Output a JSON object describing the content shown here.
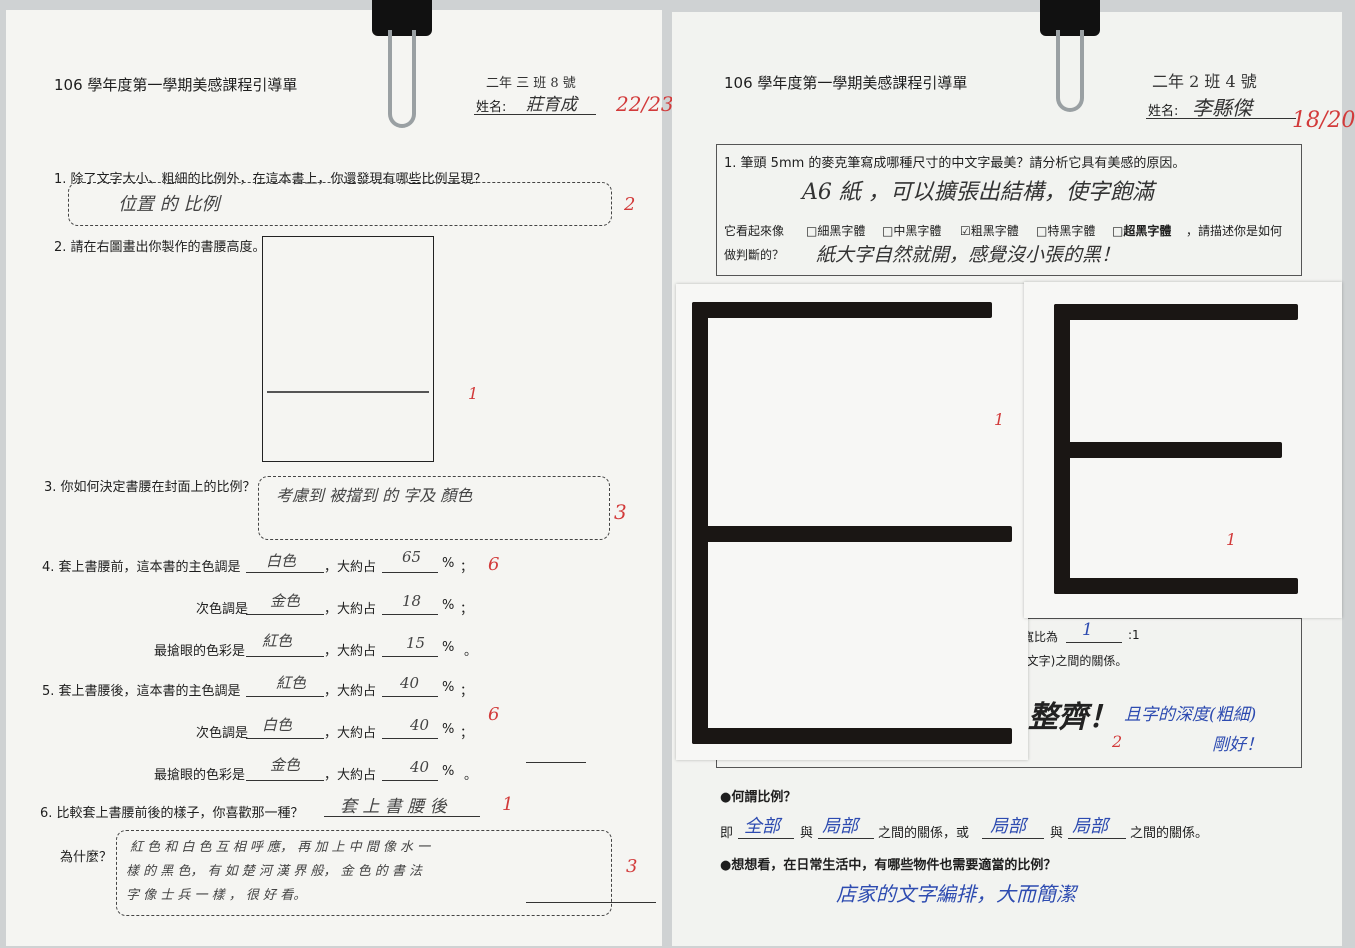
{
  "left": {
    "title": "106 學年度第一學期美感課程引導單",
    "class_line": "二年 三 班 8 號",
    "name_label": "姓名:",
    "name_value": "莊育成",
    "score": "22/23",
    "q1": "1. 除了文字大小、粗細的比例外，在這本書上，你還發現有哪些比例呈現？",
    "q1_answer": "位置 的 比例",
    "q1_grade": "2",
    "q2": "2. 請在右圖畫出你製作的書腰高度。",
    "q2_grade": "1",
    "q3": "3. 你如何決定書腰在封面上的比例？",
    "q3_answer": "考慮到 被擋到 的 字及 顏色",
    "q3_grade": "3",
    "q4": "4. 套上書腰前，這本書的主色調是",
    "q4_main_color": "白色",
    "q4_main_pct": "65",
    "q4_grade": "6",
    "q4_sub_label": "次色調是",
    "q4_sub_color": "金色",
    "q4_sub_pct": "18",
    "q4_accent_label": "最搶眼的色彩是",
    "q4_accent_color": "紅色",
    "q4_accent_pct": "15",
    "q5": "5. 套上書腰後，這本書的主色調是",
    "q5_main_color": "紅色",
    "q5_main_pct": "40",
    "q5_grade": "6",
    "q5_sub_label": "次色調是",
    "q5_sub_color": "白色",
    "q5_sub_pct": "40",
    "q5_accent_label": "最搶眼的色彩是",
    "q5_accent_color": "金色",
    "q5_accent_pct": "40",
    "approx_label": "，大約占",
    "pct_sign": "%",
    "semicolon": "；",
    "period": "。",
    "q6": "6. 比較套上書腰前後的樣子，你喜歡那一種？",
    "q6_answer": "套 上 書 腰 後",
    "q6_grade": "1",
    "why_label": "為什麼？",
    "why_answer_1": "紅 色  和  白 色 互 相 呼 應， 再 加 上 中 間 像 水 一",
    "why_answer_2": "樣 的 黑 色， 有 如 楚 河 漢 界 般， 金 色 的 書 法",
    "why_answer_3": "字 像 士 兵 一 樣 ，  很 好 看。",
    "why_grade": "3"
  },
  "right": {
    "title": "106 學年度第一學期美感課程引導單",
    "class_line": "二年 2 班 4 號",
    "name_label": "姓名:",
    "name_value": "李縣傑",
    "score": "18/20",
    "q1": "1. 筆頭 5mm 的麥克筆寫成哪種尺寸的中文字最美？請分析它具有美感的原因。",
    "q1_answer": "A6 紙 ，可以擴張出結構，使字飽滿",
    "look_label": "它看起來像",
    "opt1": "□細黑字體",
    "opt2": "□中黑字體",
    "opt3": "☑粗黑字體",
    "opt4": "□特黑字體",
    "opt5": "□超黑字體",
    "describe_label": "，請描述你是如何",
    "judge_label": "做判斷的？",
    "judge_answer": "紙大字自然就開，感覺沒小張的黑！",
    "card1_grade": "1",
    "card2_grade": "1",
    "ratio_label": "寬比為",
    "ratio_value": "1",
    "ratio_suffix": ":1",
    "relation_label": "(文字)之間的關係。",
    "neat": "整齊！",
    "neat_note_1": "且字的深度(粗細)",
    "neat_note_2": "剛好！",
    "neat_grade": "2",
    "ratio_q": "●何謂比例？",
    "ratio_def_prefix": "即",
    "whole": "全部",
    "with": "與",
    "part1": "局部",
    "rel_between": "之間的關係，或",
    "part2": "局部",
    "part3": "局部",
    "rel_end": "之間的關係。",
    "daily_q": "●想想看，在日常生活中，有哪些物件也需要適當的比例？",
    "daily_answer": "店家的文字編排，大而簡潔"
  }
}
